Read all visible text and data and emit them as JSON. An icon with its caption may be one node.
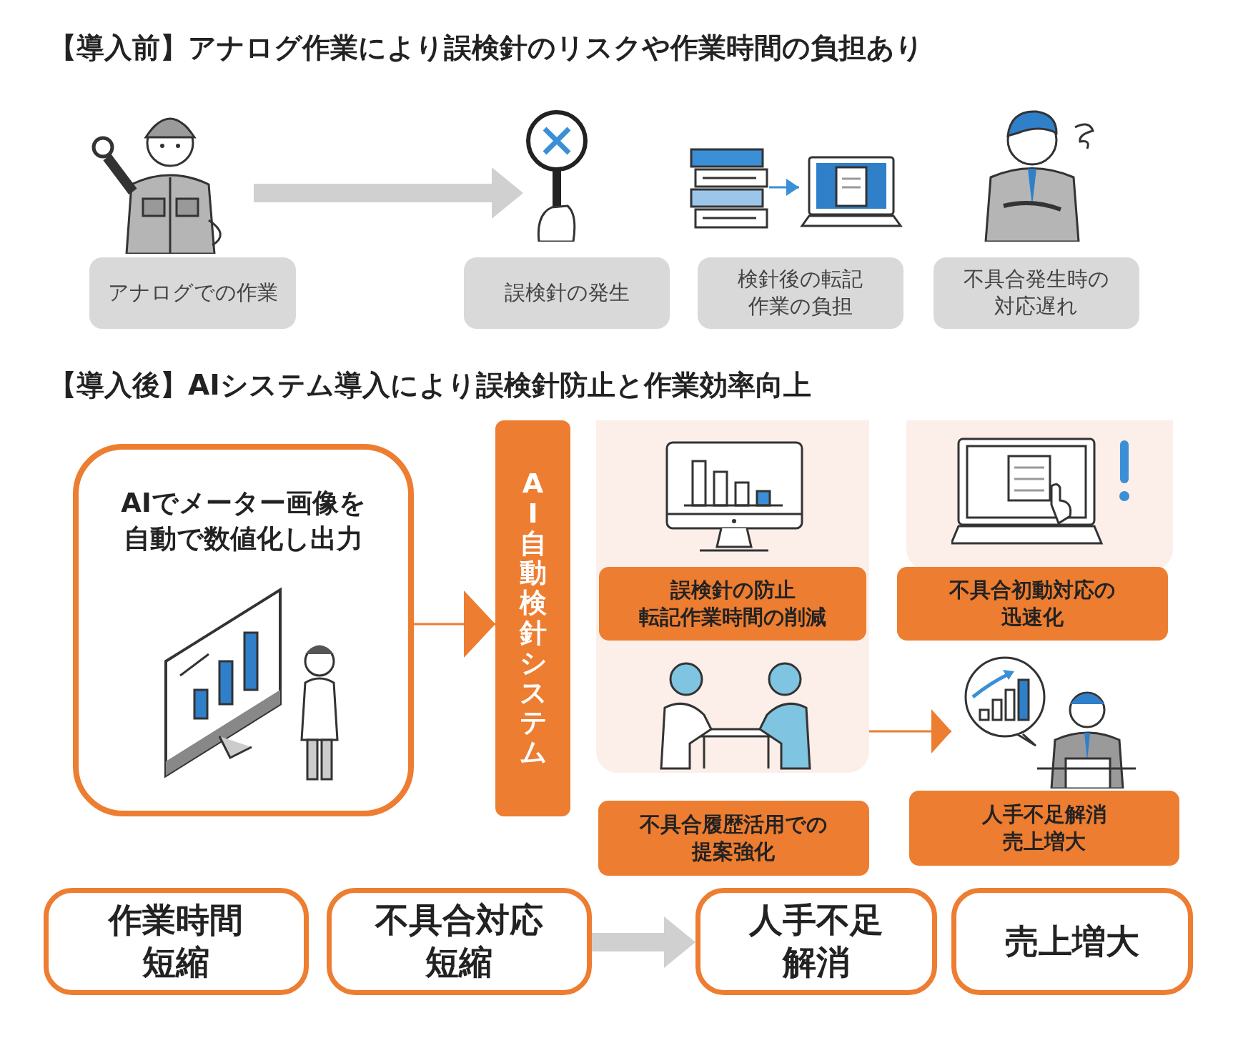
{
  "diagram": {
    "nodes": [
      {
        "text": [],
        "shape": "picture"
      },
      {
        "text": [
          "アナログでの作業"
        ]
      },
      {
        "text": [],
        "shape": "picture"
      },
      {
        "text": [
          "誤検針の発生"
        ]
      },
      {
        "text": [],
        "shape": "picture"
      },
      {
        "text": [],
        "shape": "picture"
      },
      {
        "text": [
          "検針後の転記作業の負担"
        ]
      },
      {
        "text": [
          "不具合発生時の対応遅れ"
        ]
      },
      {
        "text": [
          "AIでメーター画像を自動で数値化し出力"
        ]
      },
      {
        "text": [
          "AI自動検針システム"
        ]
      },
      {
        "text": [],
        "shape": "box"
      },
      {
        "text": [
          "誤検針の防止",
          "転記作業時間の削減"
        ],
        "in": 10
      },
      {
        "text": [],
        "shape": "picture",
        "in": 10
      },
      {
        "text": [
          "不具合履歴活用での提案強化"
        ]
      },
      {
        "text": [],
        "shape": "box"
      },
      {
        "text": [
          "不具合初動対応の迅速化"
        ]
      },
      {
        "text": [],
        "shape": "picture"
      },
      {
        "text": [
          "人手不足解消",
          "売上増大"
        ]
      },
      {
        "text": [
          "作業時間短縮"
        ]
      },
      {
        "text": [
          "不具合対応短縮"
        ]
      },
      {
        "text": [
          "人手不足解消"
        ]
      },
      {
        "text": [
          "売上増大"
        ]
      }
    ],
    "edges": [
      {
        "from": 0,
        "to": 2,
        "arrow": "to",
        "style": "thick",
        "color": "#d0d0d0"
      },
      {
        "from": 4,
        "to": 5,
        "arrow": "to",
        "color": "#3a8fd6"
      },
      {
        "from": 8,
        "to": 9,
        "arrow": "to",
        "color": "#ed7d31"
      },
      {
        "from": 12,
        "to": 16,
        "arrow": "to",
        "color": "#ed7d31"
      },
      {
        "from": 19,
        "to": 20,
        "arrow": "to",
        "style": "thick",
        "color": "#d0d0d0"
      }
    ],
    "labels": [
      "【導入前】アナログ作業により誤検針のリスクや作業時間の負担あり",
      "【導入後】AIシステム導入により誤検針防止と作業効率向上"
    ]
  }
}
